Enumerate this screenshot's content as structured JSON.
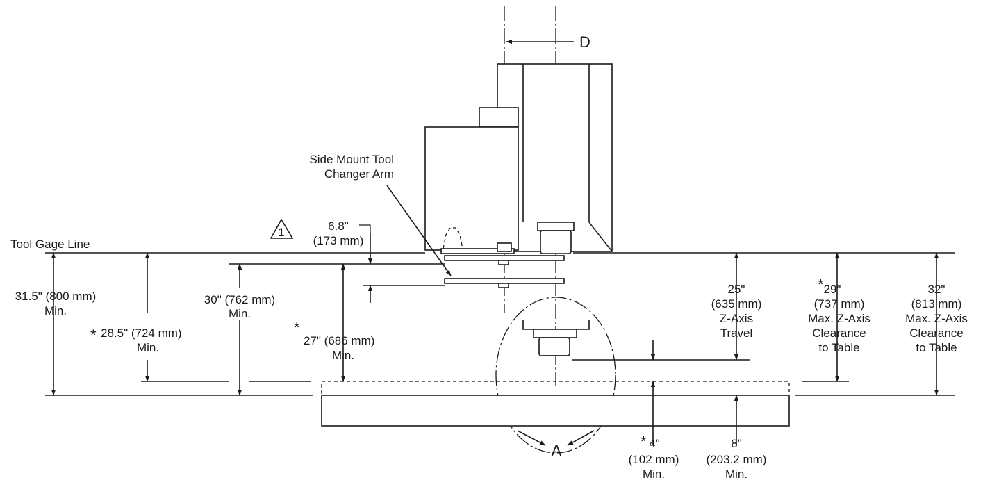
{
  "labels": {
    "tool_gage_line": "Tool Gage Line",
    "side_mount_line1": "Side Mount Tool",
    "side_mount_line2": "Changer Arm",
    "dim_d": "D",
    "detail_a": "A",
    "note_number": "1"
  },
  "dims": {
    "d31_5": {
      "line1": "31.5\" (800 mm)",
      "line2": "Min."
    },
    "d28_5": {
      "star": "*",
      "line1": "28.5\" (724 mm)",
      "line2": "Min."
    },
    "d30": {
      "line1": "30\" (762 mm)",
      "line2": "Min."
    },
    "d27": {
      "star": "*",
      "line1": "27\" (686 mm)",
      "line2": "Min."
    },
    "d6_8": {
      "line1": "6.8\"",
      "line2": "(173 mm)"
    },
    "d25": {
      "line1": "25\"",
      "line2": "(635 mm)",
      "line3": "Z-Axis",
      "line4": "Travel"
    },
    "d29": {
      "star": "*",
      "line1": "29\"",
      "line2": "(737 mm)",
      "line3": "Max. Z-Axis",
      "line4": "Clearance",
      "line5": "to Table"
    },
    "d32": {
      "line1": "32\"",
      "line2": "(813 mm)",
      "line3": "Max. Z-Axis",
      "line4": "Clearance",
      "line5": "to Table"
    },
    "d4": {
      "star": "*",
      "line1": "4\"",
      "line2": "(102 mm)",
      "line3": "Min."
    },
    "d8": {
      "line1": "8\"",
      "line2": "(203.2  mm)",
      "line3": "Min."
    }
  }
}
